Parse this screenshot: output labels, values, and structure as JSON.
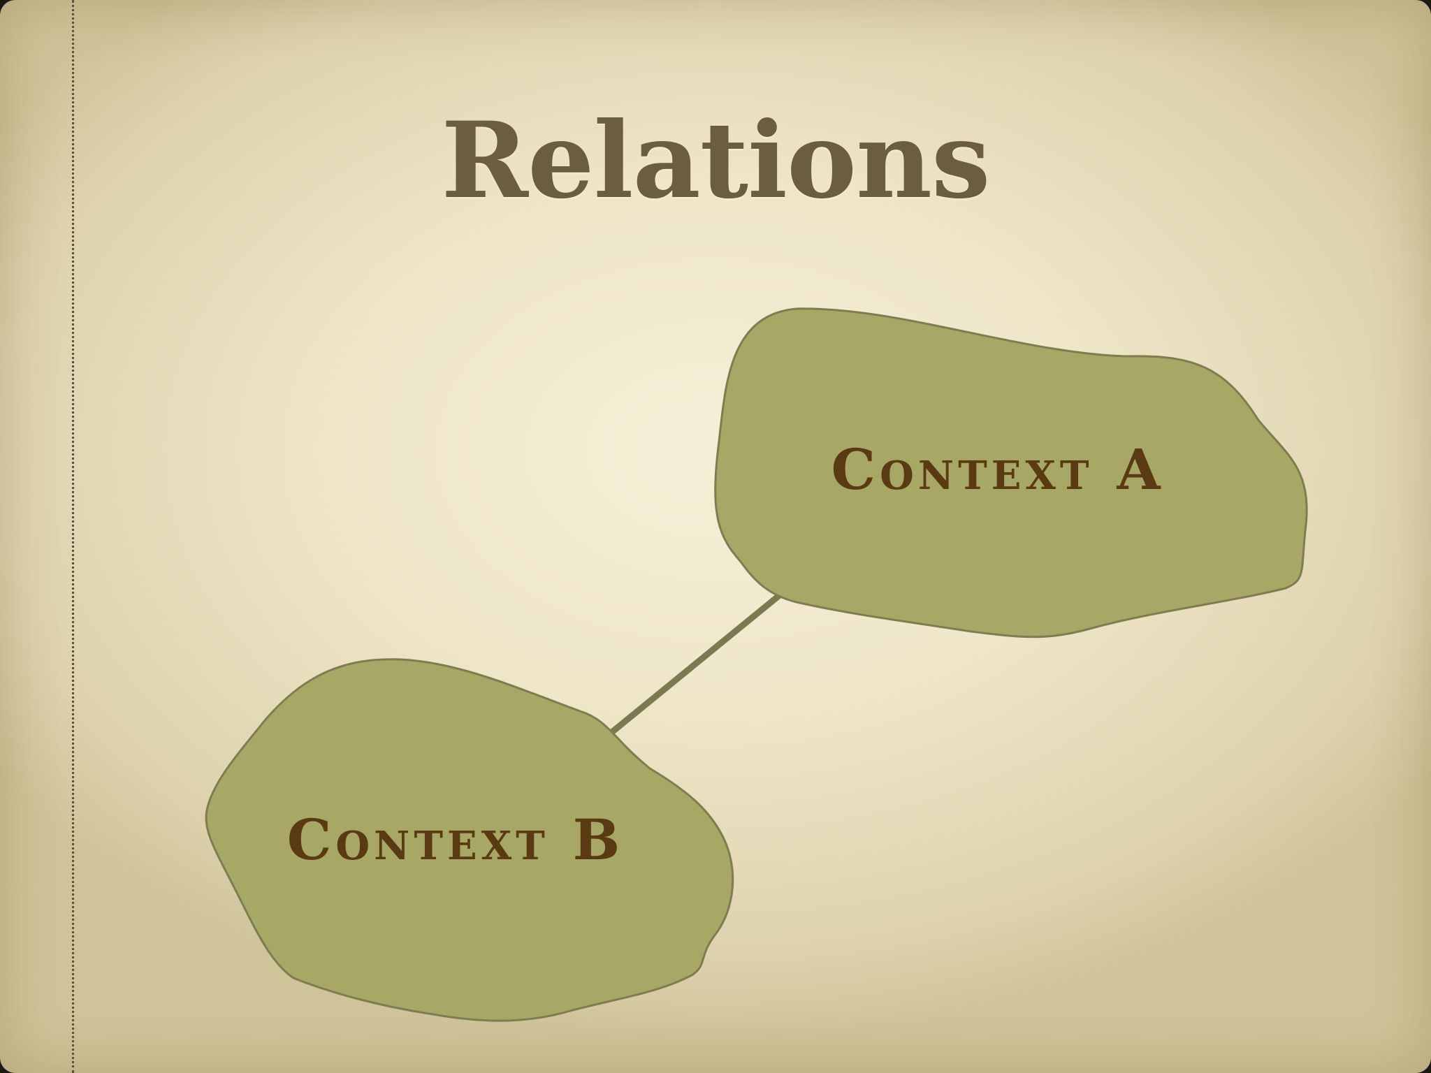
{
  "slide": {
    "title": "Relations"
  },
  "diagram": {
    "nodes": [
      {
        "id": "a",
        "label": "Context A"
      },
      {
        "id": "b",
        "label": "Context B"
      }
    ],
    "edges": [
      {
        "from": "a",
        "to": "b"
      }
    ],
    "colors": {
      "node_fill": "#a8a866",
      "node_stroke": "#7d7d4f",
      "edge": "#7a7a50",
      "label": "#5a3a12",
      "title": "#6b5e3f"
    }
  }
}
